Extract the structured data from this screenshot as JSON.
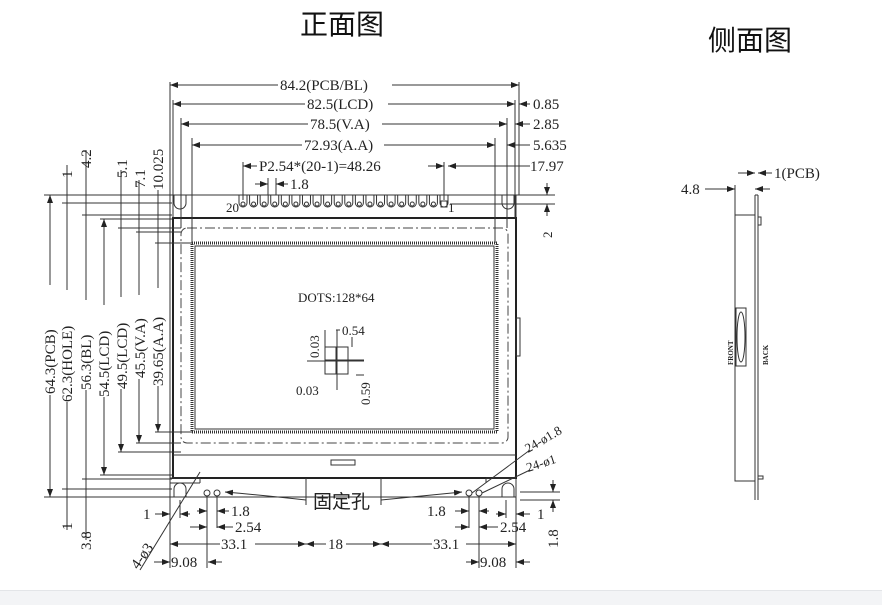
{
  "titles": {
    "front": "正面图",
    "side": "侧面图"
  },
  "top_dims": {
    "pcb_bl": "84.2(PCB/BL)",
    "lcd": "82.5(LCD)",
    "va": "78.5(V.A)",
    "aa": "72.93(A.A)",
    "pitch": "P2.54*(20-1)=48.26",
    "pin_gap": "1.8",
    "r1": "0.85",
    "r2": "2.85",
    "r3": "5.635",
    "r4": "17.97",
    "right_v": "2"
  },
  "pins": {
    "first": "20",
    "last": "1",
    "count": 20
  },
  "left_dims": {
    "pcb": "64.3(PCB)",
    "hole": "62.3(HOLE)",
    "bl": "56.3(BL)",
    "lcd": "54.5(LCD)",
    "lcd2": "49.5(LCD)",
    "va": "45.5(V.A)",
    "aa": "39.65(A.A)",
    "top_1": "1",
    "top_42": "4.2",
    "top_51": "5.1",
    "top_71": "7.1",
    "top_10025": "10.025",
    "bot_1": "1",
    "bot_38": "3.8"
  },
  "dots": {
    "label": "DOTS:128*64",
    "gap_v": "0.03",
    "width": "0.54",
    "gap_h": "0.03",
    "height": "0.59"
  },
  "bottom_dims": {
    "holes": "4-ø3",
    "l_edge": "1",
    "l_pin_gap": "1.8",
    "l_pitch": "2.54",
    "l_span": "33.1",
    "center": "18",
    "r_span": "33.1",
    "l_offset": "9.08",
    "r_offset": "9.08",
    "r_pin_gap": "1.8",
    "r_pitch": "2.54",
    "r_edge": "1",
    "r_v": "1.8",
    "pad_big": "24-ø1.8",
    "pad_small": "24-ø1",
    "fix_hole": "固定孔"
  },
  "side": {
    "pcb": "1(PCB)",
    "thickness": "4.8",
    "front": "FRONT",
    "back": "BACK"
  }
}
